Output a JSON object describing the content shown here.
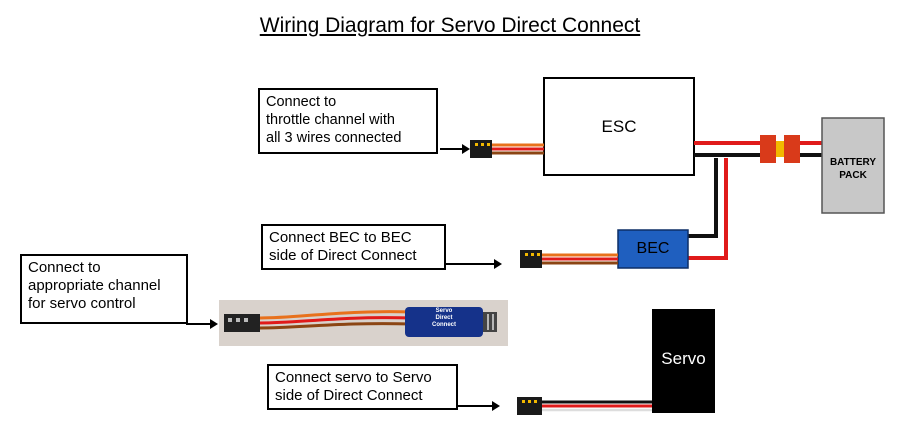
{
  "title": "Wiring Diagram for Servo Direct Connect",
  "notes": {
    "throttle": "Connect  to\nthrottle channel with\nall 3 wires connected",
    "bec": "Connect BEC to BEC\nside of Direct Connect",
    "channel": "Connect to\nappropriate channel\nfor servo control",
    "servo": "Connect servo to Servo\nside of Direct Connect"
  },
  "components": {
    "esc": "ESC",
    "bec": "BEC",
    "battery_line1": "BATTERY",
    "battery_line2": "PACK",
    "servo": "Servo",
    "module_line1": "Servo",
    "module_line2": "Direct",
    "module_line3": "Connect"
  },
  "colors": {
    "wire_red": "#e01a1a",
    "wire_orange": "#e8711c",
    "wire_brown": "#8b4513",
    "wire_black": "#111111",
    "bec_blue": "#1f5fbf",
    "battery_gray": "#c8c8c8",
    "connector_yellow": "#f2b800"
  }
}
